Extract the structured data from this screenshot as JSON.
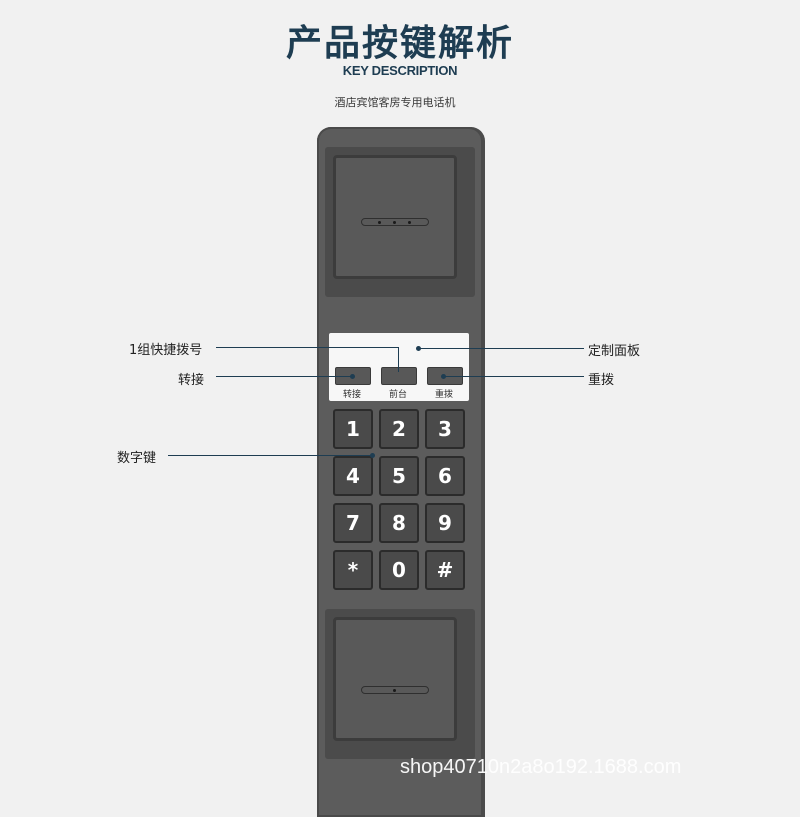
{
  "header": {
    "title": "产品按键解析",
    "subtitle": "KEY DESCRIPTION",
    "description": "酒店宾馆客房专用电话机"
  },
  "function_keys": [
    {
      "label": "转接"
    },
    {
      "label": "前台"
    },
    {
      "label": "重拨"
    }
  ],
  "keypad": [
    "1",
    "2",
    "3",
    "4",
    "5",
    "6",
    "7",
    "8",
    "9",
    "*",
    "0",
    "#"
  ],
  "callouts": {
    "speed_dial": "1组快捷拨号",
    "transfer": "转接",
    "digits": "数字键",
    "custom_panel": "定制面板",
    "redial": "重拨"
  },
  "colors": {
    "title": "#1e3d52",
    "body": "#5c5c5c",
    "keys": "#4a4a4a",
    "panel": "#f7f7f7"
  },
  "watermark": "shop40710n2a8o192.1688.com"
}
